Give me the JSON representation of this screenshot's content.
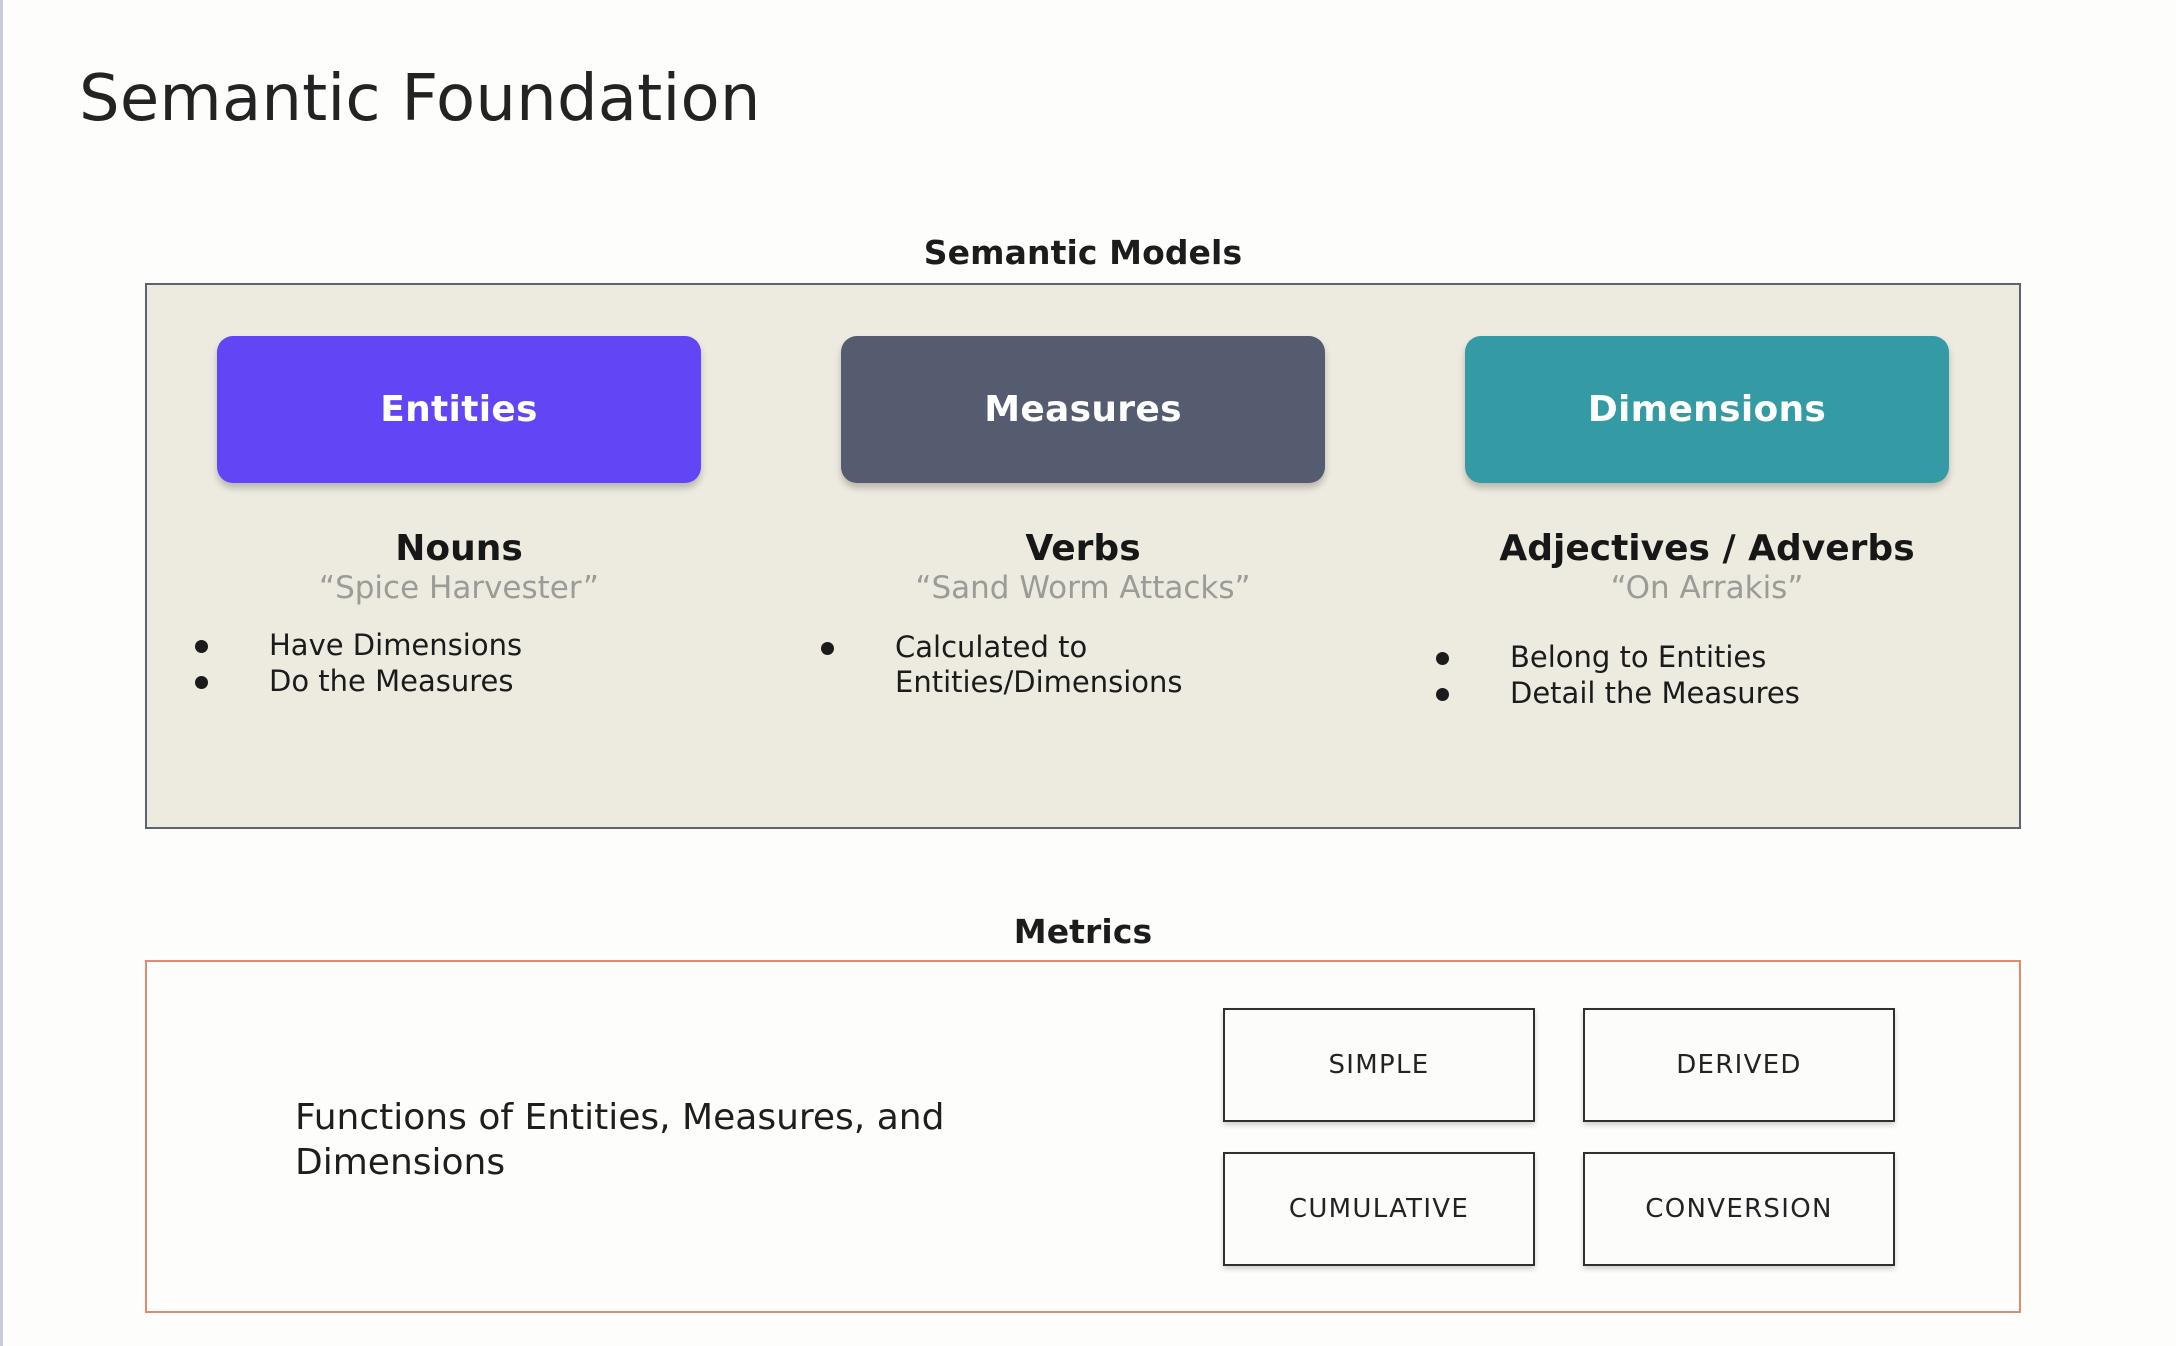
{
  "slide": {
    "title": "Semantic Foundation",
    "background_color": "#fdfdfb"
  },
  "semantic_models": {
    "label": "Semantic Models",
    "panel_background": "#edebe0",
    "panel_border_color": "#5b6272",
    "columns": [
      {
        "pill_label": "Entities",
        "pill_color": "#6246f5",
        "heading": "Nouns",
        "example": "“Spice Harvester”",
        "bullets": [
          "Have Dimensions",
          "Do the Measures"
        ]
      },
      {
        "pill_label": "Measures",
        "pill_color": "#555c70",
        "heading": "Verbs",
        "example": "“Sand Worm Attacks”",
        "bullets": [
          "Calculated to Entities/Dimensions"
        ]
      },
      {
        "pill_label": "Dimensions",
        "pill_color": "#349aa3",
        "heading": "Adjectives / Adverbs",
        "example": "“On Arrakis”",
        "bullets": [
          "Belong to Entities",
          "Detail the Measures"
        ]
      }
    ]
  },
  "metrics": {
    "label": "Metrics",
    "panel_border_color": "#e08b6f",
    "description": "Functions of Entities, Measures, and Dimensions",
    "types": [
      "SIMPLE",
      "DERIVED",
      "CUMULATIVE",
      "CONVERSION"
    ]
  }
}
